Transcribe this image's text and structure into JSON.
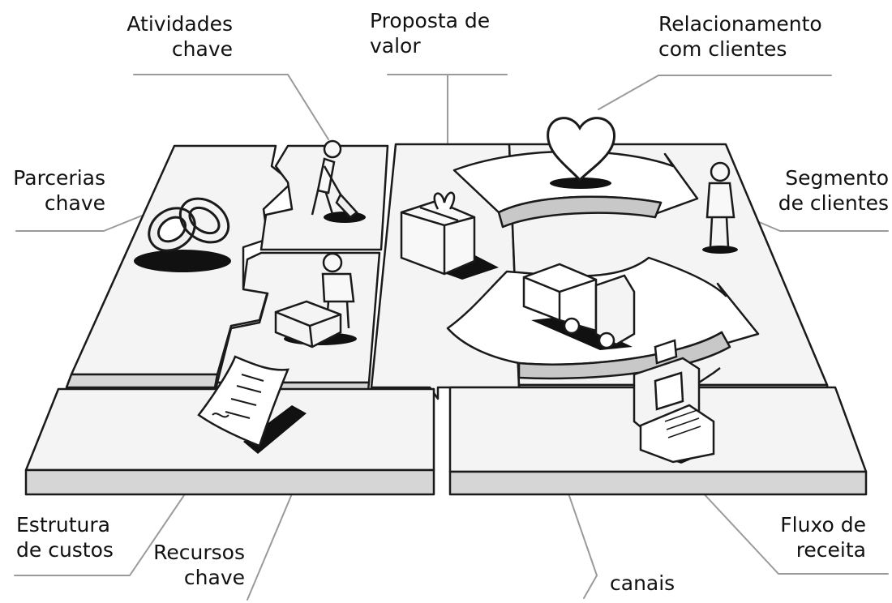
{
  "labels": {
    "atividades_chave": {
      "line1": "Atividades",
      "line2": "chave"
    },
    "proposta_de_valor": {
      "line1": "Proposta de",
      "line2": "valor"
    },
    "relacionamento": {
      "line1": "Relacionamento",
      "line2": "com clientes"
    },
    "parcerias_chave": {
      "line1": "Parcerias",
      "line2": "chave"
    },
    "segmento_clientes": {
      "line1": "Segmento",
      "line2": "de clientes"
    },
    "estrutura_custos": {
      "line1": "Estrutura",
      "line2": "de custos"
    },
    "recursos_chave": {
      "line1": "Recursos",
      "line2": "chave"
    },
    "fluxo_receita": {
      "line1": "Fluxo de",
      "line2": "receita"
    },
    "canais": {
      "line1": "canais"
    }
  },
  "colors": {
    "ink": "#111111",
    "leader": "#9a9a9a",
    "block_top": "#f4f4f4",
    "block_side": "#d6d6d6",
    "arrow_side": "#c8c8c8"
  },
  "icons": [
    "rings-icon",
    "digging-person-icon",
    "gift-icon",
    "heart-icon",
    "standing-person-icon",
    "worker-with-box-icon",
    "truck-icon",
    "contract-icon",
    "cash-register-icon"
  ]
}
